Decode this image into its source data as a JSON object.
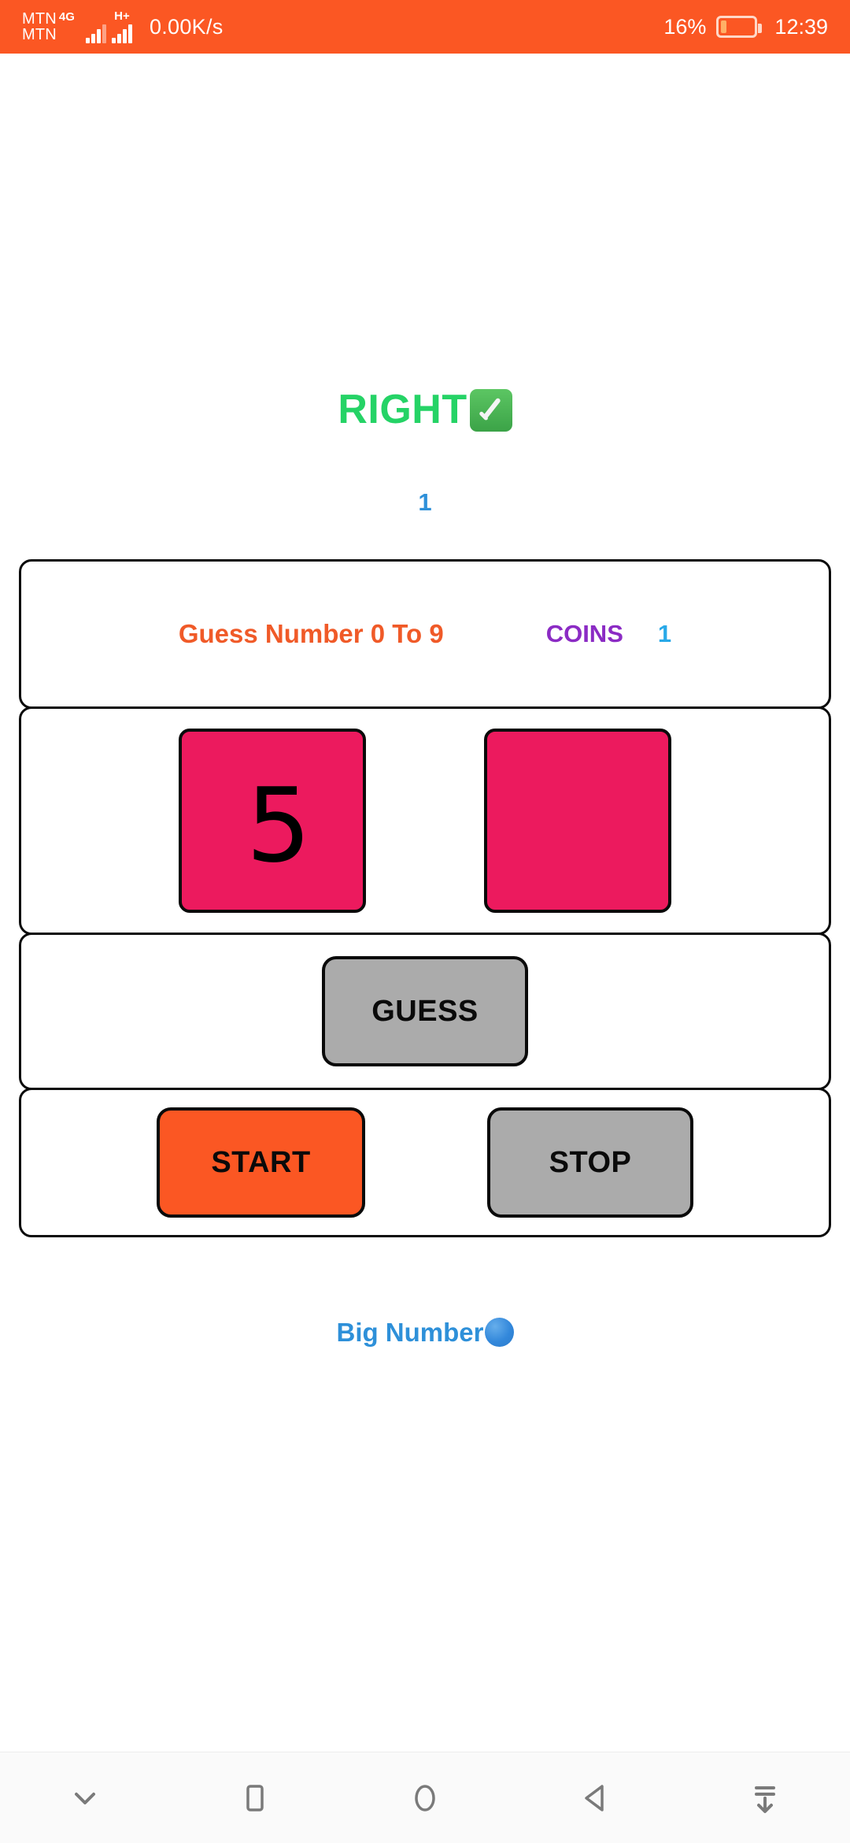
{
  "status_bar": {
    "sim1_carrier": "MTN",
    "sim1_network": "4G",
    "sim2_carrier": "MTN",
    "sim2_network": "H+",
    "network_speed": "0.00K/s",
    "battery_percent": "16%",
    "battery_level": 16,
    "clock": "12:39",
    "background_color": "#FB5723"
  },
  "game": {
    "result_text": "RIGHT",
    "result_emoji_name": "white-check-mark-emoji",
    "result_color": "#25D366",
    "round_number": "1",
    "round_number_color": "#2E90D9",
    "instruction": "Guess Number 0 To 9",
    "instruction_color": "#F05A28",
    "coins_label": "COINS",
    "coins_label_color": "#8B2BC4",
    "coins_value": "1",
    "coins_value_color": "#29A9E8",
    "digit_left": "5",
    "digit_right": "",
    "digit_box_color": "#EC1A5E",
    "guess_label": "GUESS",
    "guess_color": "#ABABAB",
    "start_label": "START",
    "start_color": "#FB5723",
    "stop_label": "STOP",
    "stop_color": "#ABABAB",
    "big_number_label": "Big Number",
    "big_number_color": "#2E90D9",
    "big_number_dot_name": "blue-circle-emoji"
  },
  "navbar": {
    "items": [
      {
        "name": "chevron-down-icon"
      },
      {
        "name": "recents-square-icon"
      },
      {
        "name": "home-circle-icon"
      },
      {
        "name": "back-triangle-icon"
      },
      {
        "name": "hide-keyboard-icon"
      }
    ]
  }
}
